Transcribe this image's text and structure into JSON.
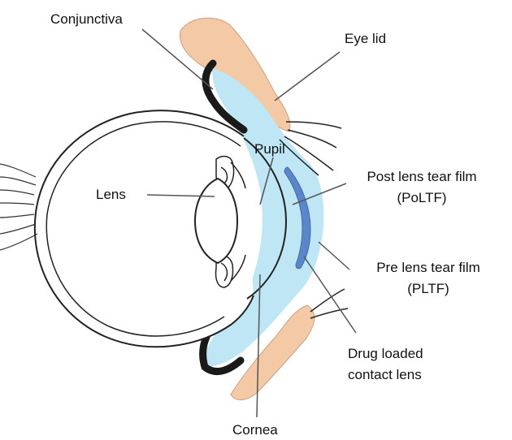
{
  "labels": {
    "conjunctiva": "Conjunctiva",
    "eye_lid": "Eye lid",
    "pupil": "Pupil",
    "lens": "Lens",
    "post_lens_line1": "Post lens tear film",
    "post_lens_line2": "(PoLTF)",
    "pre_lens_line1": "Pre lens tear film",
    "pre_lens_line2": "(PLTF)",
    "drug_line1": "Drug loaded",
    "drug_line2": "contact lens",
    "cornea": "Cornea"
  },
  "colors": {
    "eyelid_skin": "#F3C9A6",
    "tear_film": "#BFE6F5",
    "contact_lens": "#5B86C9",
    "conjunctiva_band": "#1A1A1A",
    "outline": "#222222",
    "leader_line": "#555555"
  }
}
